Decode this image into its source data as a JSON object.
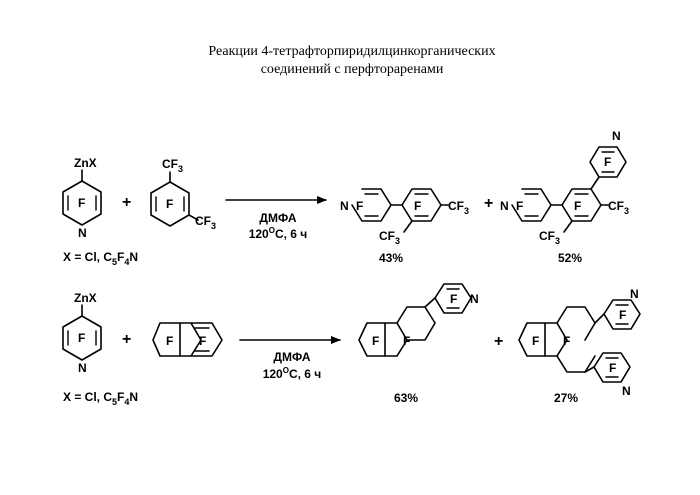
{
  "title": {
    "line1": "Реакции 4-тетрафторпиридилцинкорганических",
    "line2": "соединений с перфтораренами"
  },
  "labels": {
    "zinc": "ZnX",
    "ring_f": "F",
    "nitrogen": "N",
    "cf3": "CF",
    "sub3": "3",
    "plus": "+",
    "x_def_main": "X = Cl, C",
    "x_def_sub5": "5",
    "x_def_mid": "F",
    "x_def_sub4": "4",
    "x_def_end": "N"
  },
  "reactions": [
    {
      "conditions_solvent": "ДМФА",
      "conditions_temp": "120",
      "conditions_deg": "O",
      "conditions_rest": "C, 6 ч",
      "yields": [
        "43%",
        "52%"
      ]
    },
    {
      "conditions_solvent": "ДМФА",
      "conditions_temp": "120",
      "conditions_deg": "O",
      "conditions_rest": "C, 6 ч",
      "yields": [
        "63%",
        "27%"
      ]
    }
  ]
}
